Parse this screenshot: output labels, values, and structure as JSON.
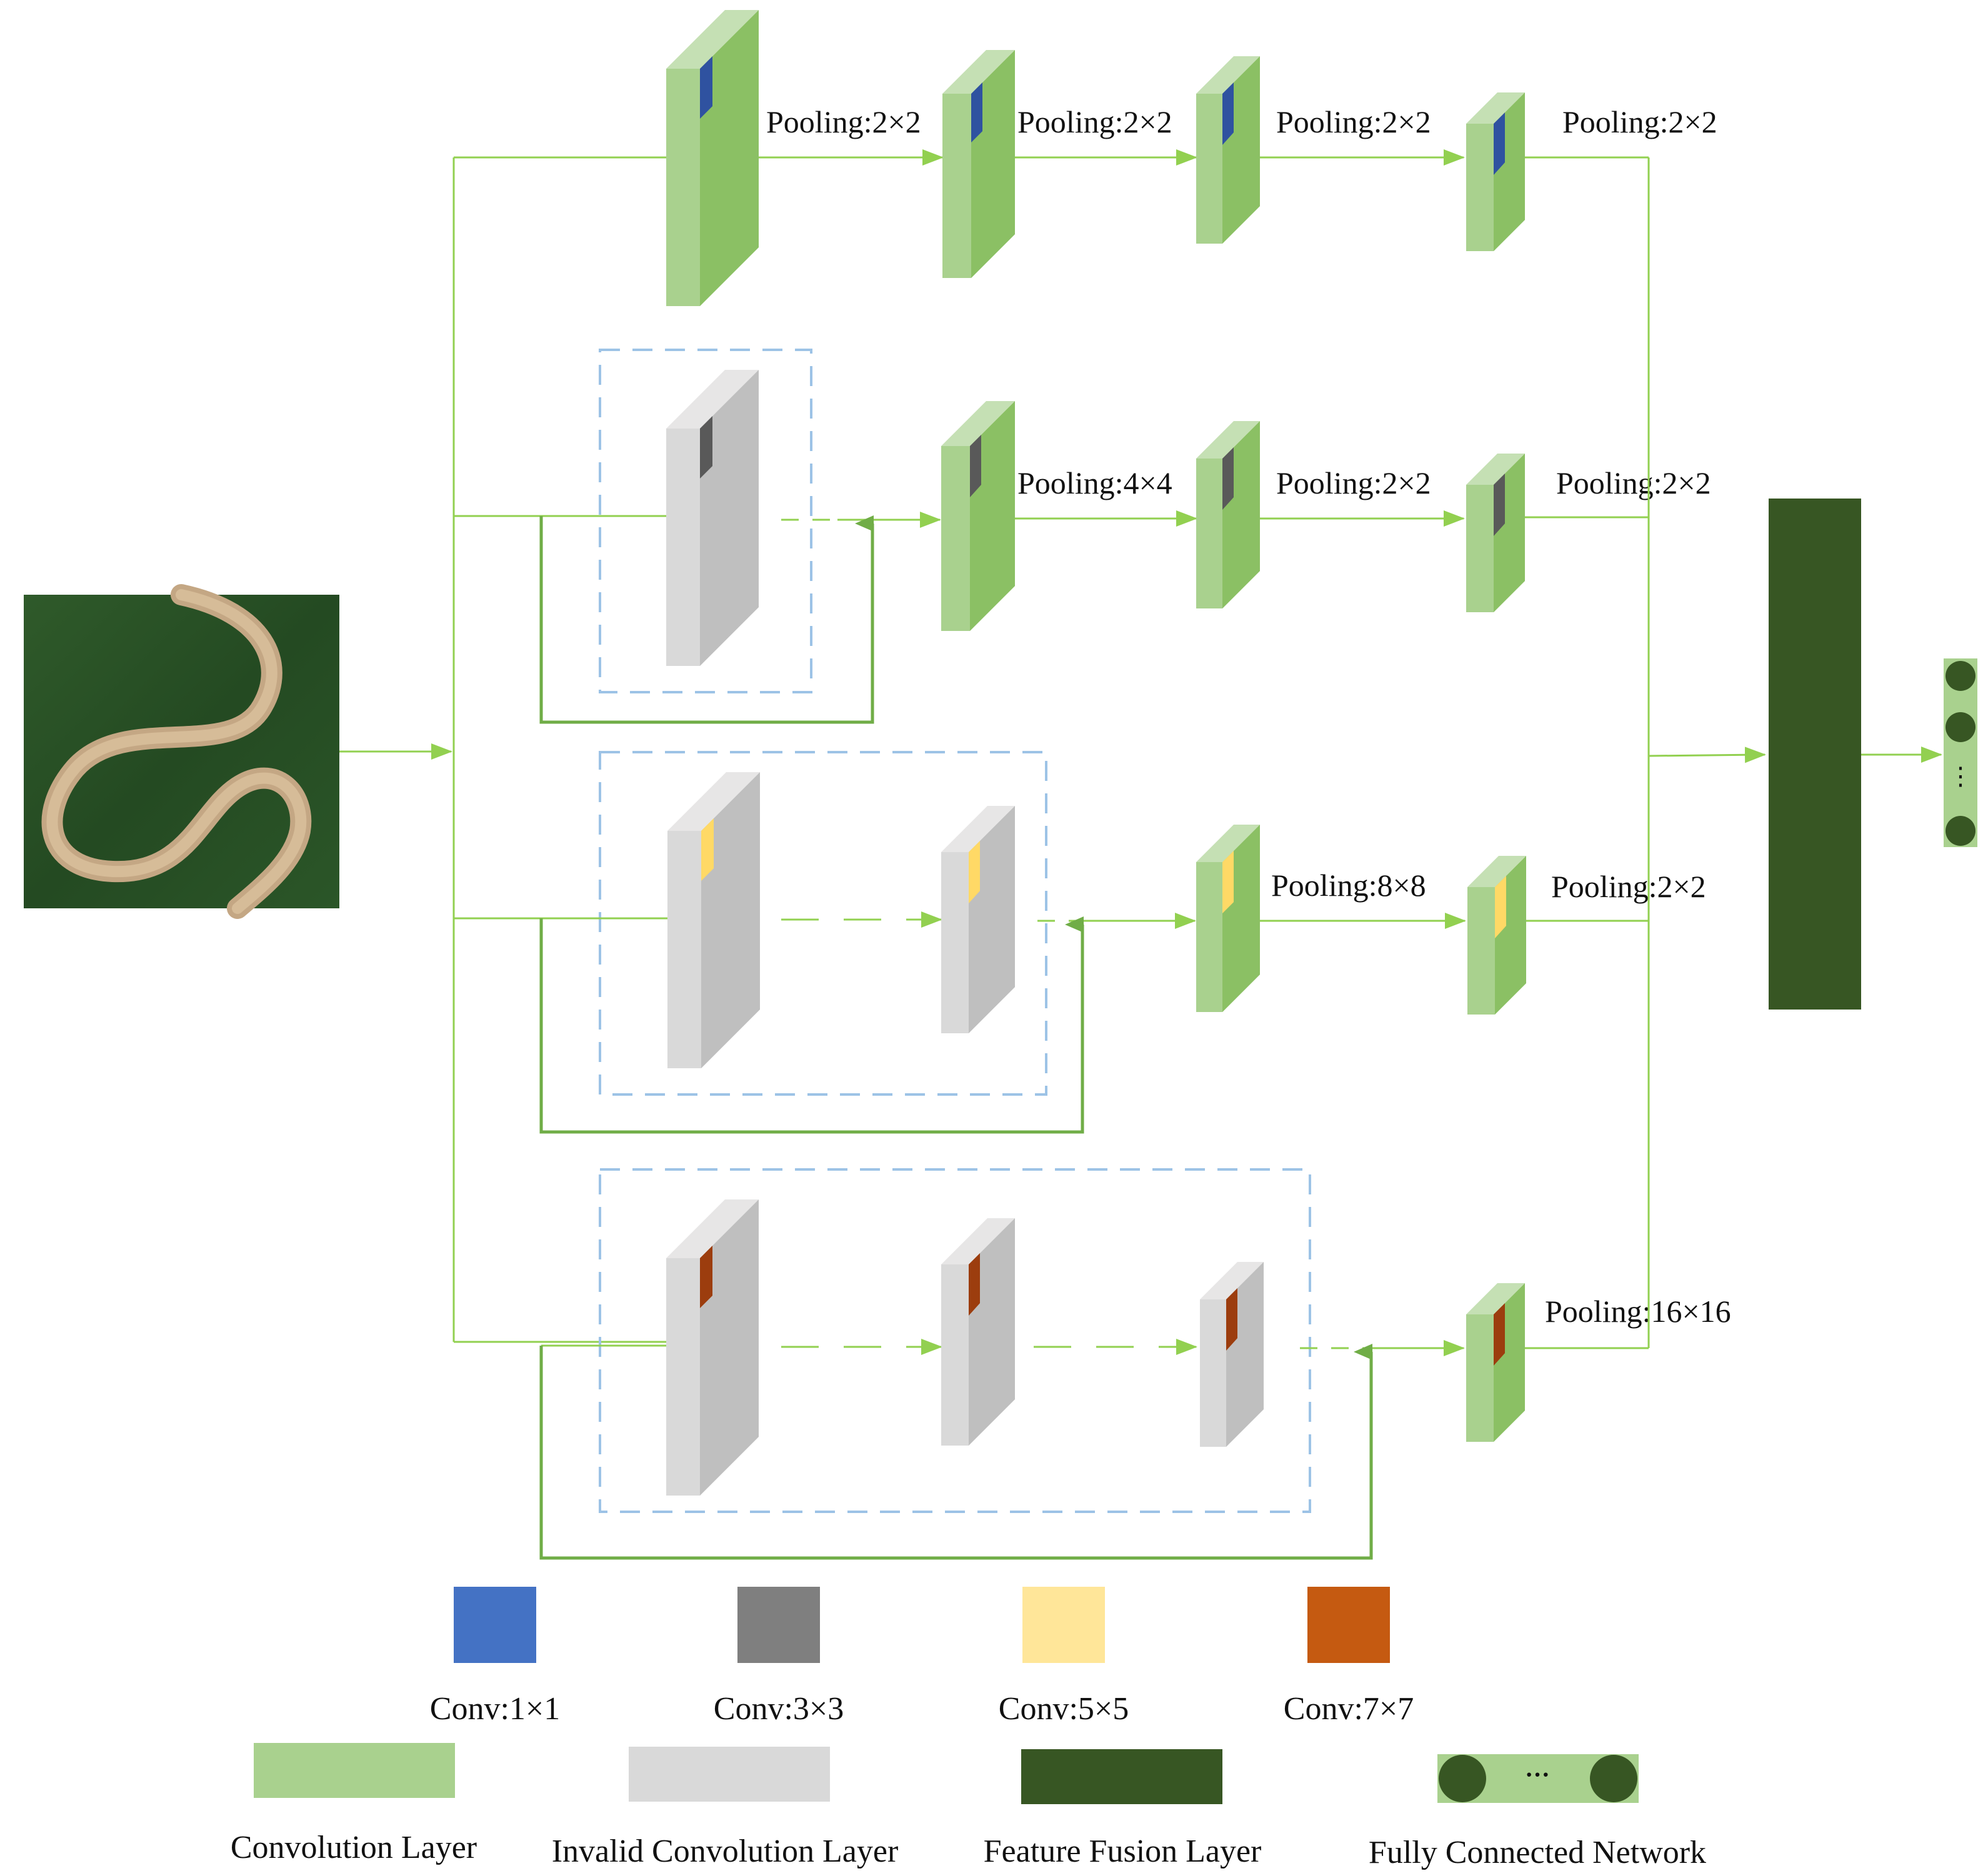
{
  "pooling_labels": {
    "row1": [
      "Pooling:2×2",
      "Pooling:2×2",
      "Pooling:2×2",
      "Pooling:2×2"
    ],
    "row2": [
      "Pooling:4×4",
      "Pooling:2×2",
      "Pooling:2×2"
    ],
    "row3": [
      "Pooling:8×8",
      "Pooling:2×2"
    ],
    "row4": [
      "Pooling:16×16"
    ]
  },
  "legend": {
    "kernels": [
      {
        "label": "Conv:1×1",
        "color": "#4472C4"
      },
      {
        "label": "Conv:3×3",
        "color": "#7F7F7F"
      },
      {
        "label": "Conv:5×5",
        "color": "#FFE699"
      },
      {
        "label": "Conv:7×7",
        "color": "#C55A11"
      }
    ],
    "layers": [
      {
        "label": "Convolution Layer",
        "color": "#A9D18E"
      },
      {
        "label": "Invalid Convolution  Layer",
        "color": "#D9D9D9"
      },
      {
        "label": "Feature Fusion Layer",
        "color": "#375623"
      },
      {
        "label": "Fully Connected Network",
        "symbol": "···"
      }
    ]
  },
  "fc_ellipsis": "⋮",
  "colors": {
    "arrow": "#92D050",
    "skip": "#70AD47",
    "dashed_box": "#9DC3E6",
    "conv_front": "#A9D18E",
    "conv_side": "#8BC064",
    "invalid_front": "#D9D9D9",
    "invalid_side": "#BFBFBF",
    "fusion": "#375623"
  }
}
